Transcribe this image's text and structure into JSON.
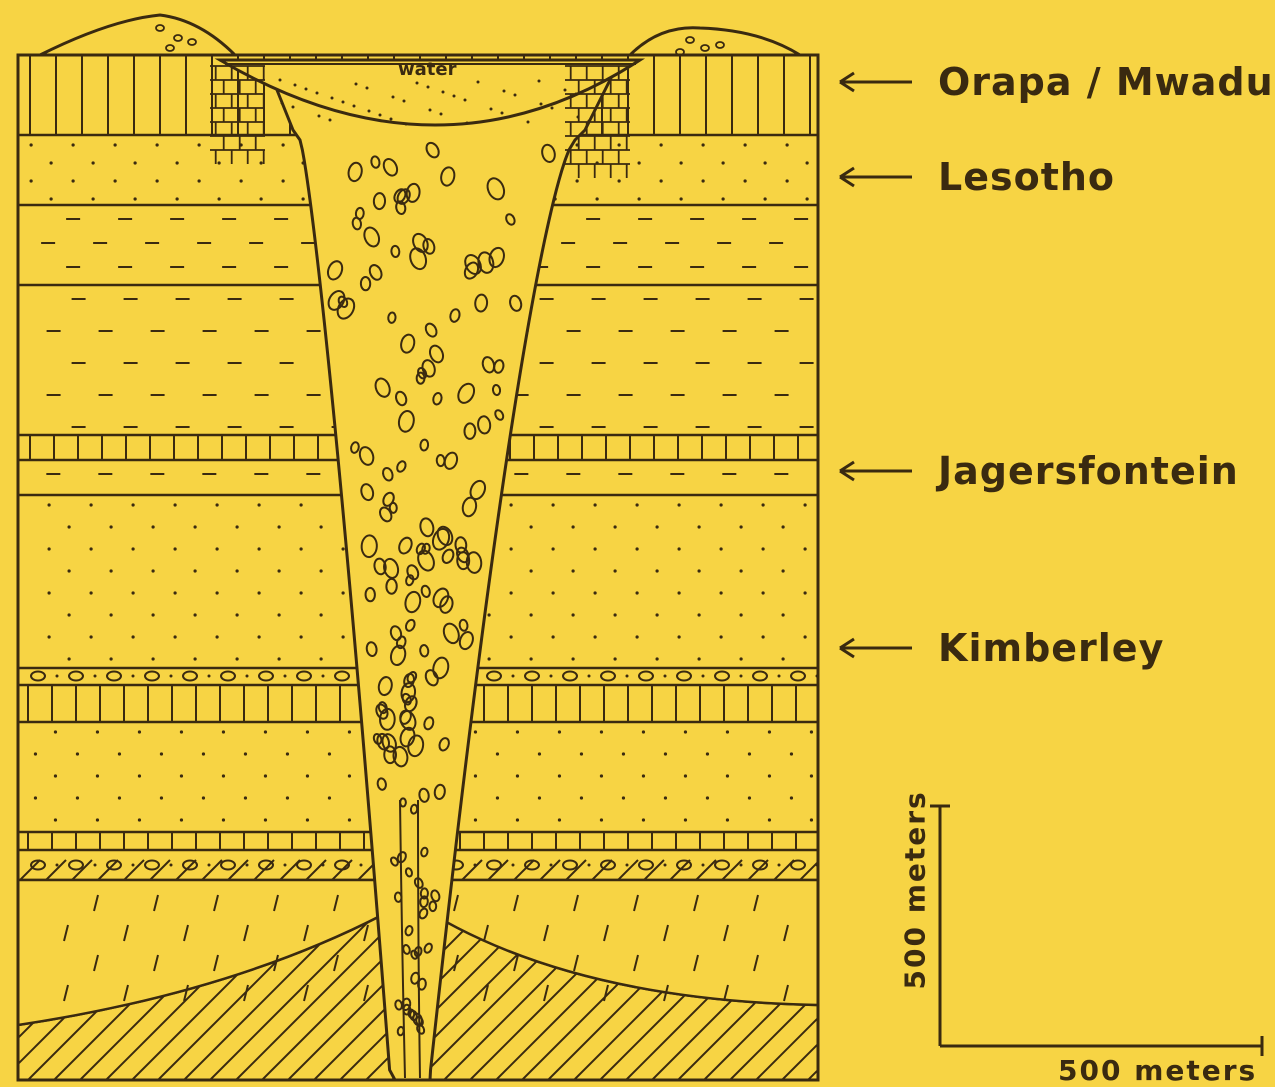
{
  "diagram": {
    "water_label": "water",
    "levels": [
      {
        "name": "Orapa / Mwadui"
      },
      {
        "name": "Lesotho"
      },
      {
        "name": "Jagersfontein"
      },
      {
        "name": "Kimberley"
      }
    ],
    "scale": {
      "vertical_label": "500 meters",
      "horizontal_label": "500 meters"
    }
  },
  "colors": {
    "background": "#f7d444",
    "ink": "#3a2a10"
  }
}
